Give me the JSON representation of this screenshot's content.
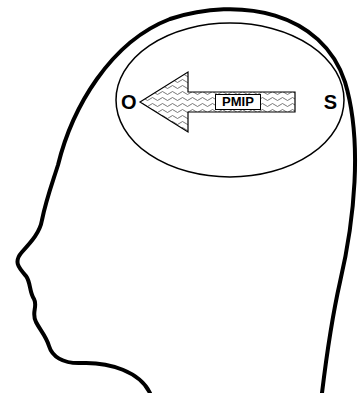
{
  "diagram": {
    "nodes": [
      {
        "text": [
          "O",
          "S"
        ]
      },
      {
        "text": [
          "PMIP"
        ],
        "in": 0
      }
    ]
  }
}
